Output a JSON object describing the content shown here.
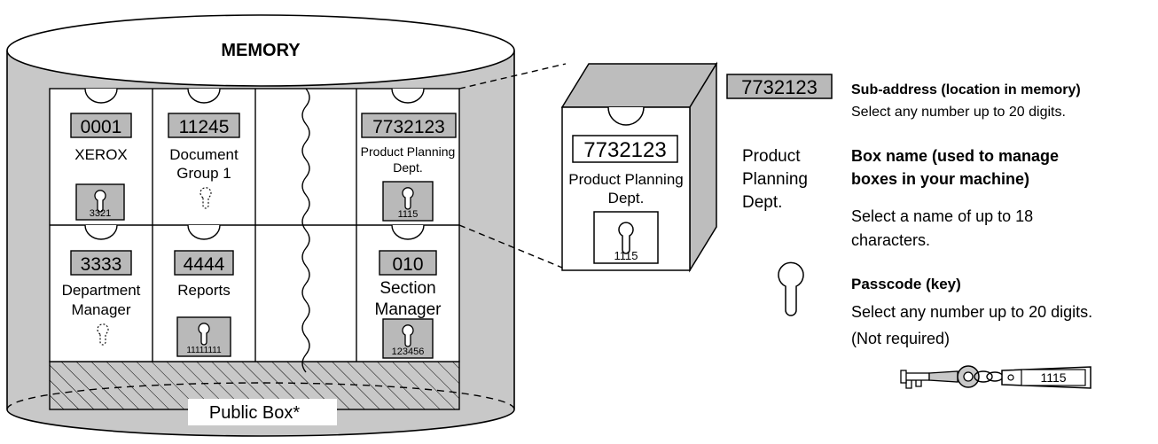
{
  "memory": {
    "title": "MEMORY",
    "boxes": [
      {
        "number": "0001",
        "name_lines": [
          "XEROX"
        ],
        "passcode": "3321"
      },
      {
        "number": "11245",
        "name_lines": [
          "Document",
          "Group 1"
        ],
        "passcode": ""
      },
      {
        "number": "7732123",
        "name_lines": [
          "Product Planning",
          "Dept."
        ],
        "passcode": "1115"
      },
      {
        "number": "3333",
        "name_lines": [
          "Department",
          "Manager"
        ],
        "passcode": ""
      },
      {
        "number": "4444",
        "name_lines": [
          "Reports"
        ],
        "passcode": "11111111"
      },
      {
        "number": "010",
        "name_lines": [
          "Section",
          "Manager"
        ],
        "passcode": "123456"
      }
    ],
    "public_box": "Public Box*"
  },
  "zoom_box": {
    "number": "7732123",
    "name_lines": [
      "Product Planning",
      "Dept."
    ],
    "passcode": "1115"
  },
  "legend": {
    "subaddress": {
      "sample": "7732123",
      "title": "Sub-address (location in memory)",
      "desc": "Select any number up to 20 digits."
    },
    "boxname": {
      "sample_lines": [
        "Product",
        "Planning",
        "Dept."
      ],
      "title_lines": [
        "Box name (used to manage",
        "boxes in your machine)"
      ],
      "desc_lines": [
        "Select a name of up to 18",
        "characters."
      ]
    },
    "passcode": {
      "icon": "keyhole-icon",
      "title": "Passcode (key)",
      "desc_lines": [
        "Select any number up to 20 digits.",
        "(Not required)"
      ],
      "key_tag": "1115"
    }
  },
  "colors": {
    "label_fill": "#b9b9b9",
    "line": "#000000",
    "background": "#ffffff"
  }
}
